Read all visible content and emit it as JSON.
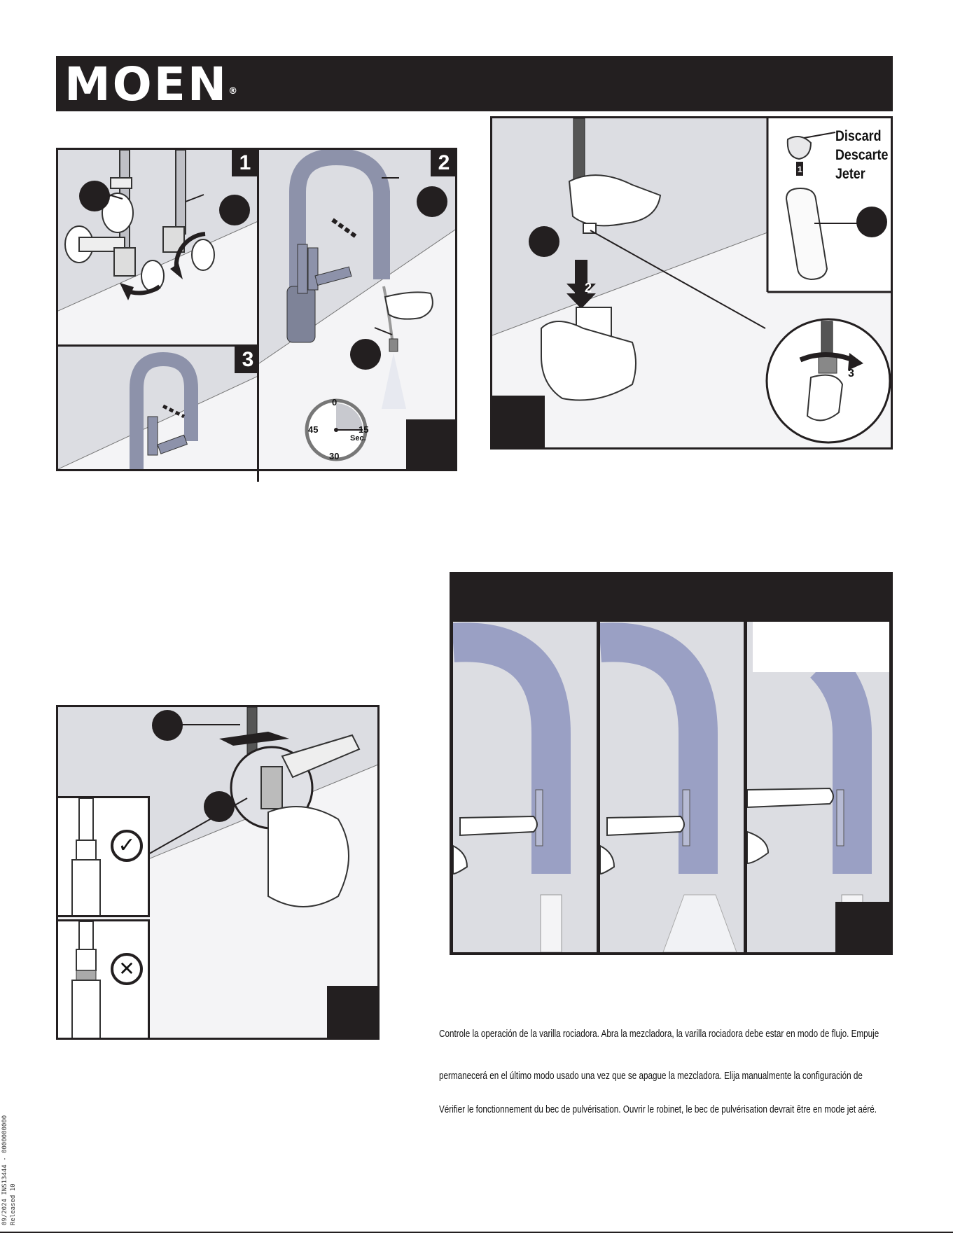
{
  "brand": {
    "logo_text": "MOEN",
    "registered": "®"
  },
  "install_steps": {
    "step1_label": "1",
    "step2_label": "2",
    "step3_label": "3",
    "timer": {
      "top": "0",
      "right": "15",
      "unit": "Sec.",
      "bottom": "30",
      "left": "45"
    }
  },
  "filter_panel": {
    "arrow1": "1",
    "arrow2": "2",
    "arrow3": "3",
    "discard_en": "Discard",
    "discard_es": "Descarte",
    "discard_fr": "Jeter"
  },
  "check_icons": [
    "check-icon",
    "cross-icon"
  ],
  "instructions": {
    "es_line1": "Controle la operación de la varilla rociadora. Abra la mezcladora, la varilla rociadora debe estar en modo de flujo. Empuje",
    "es_line2": "permanecerá en el último modo usado una vez que se apague la mezcladora. Elija manualmente la configuración de",
    "fr_line1": "Vérifier le fonctionnement du bec de pulvérisation. Ouvrir le robinet, le bec de pulvérisation devrait être en mode jet aéré."
  },
  "side_print": {
    "line1": "09/2024  INS13444  - 0000000000",
    "line2": "Released 10"
  },
  "colors": {
    "ink": "#231f20",
    "panel_gray": "#dcdde2",
    "faucet": "#8d92aa",
    "spout": "#9aa0c4"
  }
}
